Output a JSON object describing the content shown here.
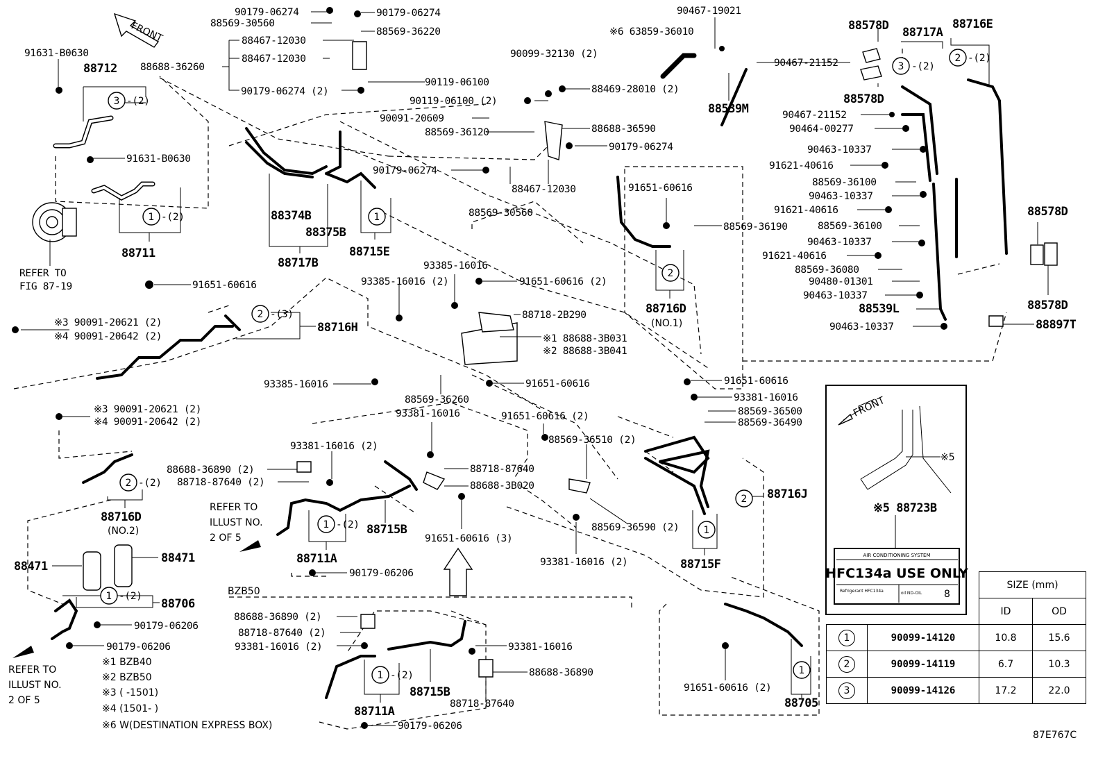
{
  "diagram_code": "87E767C",
  "front_label": "FRONT",
  "section_title": "BZB50",
  "refer_fig": {
    "line1": "REFER TO",
    "line2": "FIG 87-19"
  },
  "refer_illust": {
    "line1": "REFER TO",
    "line2": "ILLUST NO.",
    "line3": "2 OF 5"
  },
  "footnotes": [
    "※1 BZB40",
    "※2 BZB50",
    "※3 (        -1501)",
    "※4 (1501-        )",
    "※6 W(DESTINATION EXPRESS BOX)"
  ],
  "label_panel": {
    "front": "FRONT",
    "mark": "※5",
    "part": "※5 88723B",
    "plate_header": "AIR CONDITIONING SYSTEM",
    "plate_main": "HFC134a USE ONLY",
    "plate_left": "Refrigerant HFC134a",
    "plate_mid": "oil ND-OIL",
    "plate_right": "8"
  },
  "size_table": {
    "title": "SIZE (mm)",
    "col_id": "ID",
    "col_od": "OD",
    "rows": [
      {
        "mark": "1",
        "part": "90099-14120",
        "id": "10.8",
        "od": "15.6"
      },
      {
        "mark": "2",
        "part": "90099-14119",
        "id": "6.7",
        "od": "10.3"
      },
      {
        "mark": "3",
        "part": "90099-14126",
        "id": "17.2",
        "od": "22.0"
      }
    ]
  },
  "callouts": {
    "c1": "90179-06274",
    "c2": "88569-30560",
    "c3": "90179-06274",
    "c4": "88569-36220",
    "c5": "88467-12030",
    "c6": "88467-12030",
    "c7": "88688-36260",
    "c8": "90119-06100",
    "c9": "90179-06274 (2)",
    "c10": "91631-B0630",
    "c11": "88712",
    "c12": "91631-B0630",
    "c13": "88711",
    "c14": "REFER TO",
    "c15": "88374B",
    "c16": "88375B",
    "c17": "88717B",
    "c18": "88715E",
    "c19": "90099-32130 (2)",
    "c20": "90119-06100 (2)",
    "c21": "88469-28010 (2)",
    "c22": "90091-20609",
    "c23": "88569-36120",
    "c24": "88688-36590",
    "c25": "90179-06274",
    "c26": "90179-06274",
    "c27": "88467-12030",
    "c28": "88569-30560",
    "c29": "90467-19021",
    "c30": "※6 63859-36010",
    "c31": "90467-21152",
    "c32": "88539M",
    "c33": "88578D",
    "c34": "88578D",
    "c35": "88717A",
    "c36": "88716E",
    "c37": "90467-21152",
    "c38": "90464-00277",
    "c39": "90463-10337",
    "c40": "91621-40616",
    "c41": "88569-36100",
    "c42": "90463-10337",
    "c43": "91621-40616",
    "c44": "88569-36100",
    "c45": "90463-10337",
    "c46": "91621-40616",
    "c47": "88569-36080",
    "c48": "90480-01301",
    "c49": "90463-10337",
    "c50": "88539L",
    "c51": "90463-10337",
    "c52": "88578D",
    "c53": "88578D",
    "c54": "88897T",
    "c55": "91651-60616",
    "c56": "88569-36190",
    "c57": "88716D",
    "c58": "(NO.1)",
    "c59": "91651-60616",
    "c60": "※3 90091-20621 (2)",
    "c61": "※4 90091-20642 (2)",
    "c62": "88716H",
    "c63": "93385-16016",
    "c64": "93385-16016 (2)",
    "c65": "91651-60616 (2)",
    "c66": "88718-2B290",
    "c67": "※1 88688-3B031",
    "c68": "※2 88688-3B041",
    "c69": "93385-16016",
    "c70": "91651-60616",
    "c71": "88569-36260",
    "c72": "91651-60616",
    "c73": "93381-16016",
    "c74": "88569-36500",
    "c75": "88569-36490",
    "c76": "※3 90091-20621 (2)",
    "c77": "※4 90091-20642 (2)",
    "c78": "88716D",
    "c79": "(NO.2)",
    "c80": "93381-16016",
    "c81": "91651-60616 (2)",
    "c82": "93381-16016 (2)",
    "c83": "88688-36890 (2)",
    "c84": "88718-87640 (2)",
    "c85": "88718-87640",
    "c86": "88688-3B020",
    "c87": "88569-36510 (2)",
    "c88": "88716J",
    "c89": "88569-36590 (2)",
    "c90": "88715F",
    "c91": "93381-16016 (2)",
    "c92": "88715B",
    "c93": "91651-60616 (3)",
    "c94": "88711A",
    "c95": "90179-06206",
    "c96": "88471",
    "c97": "88471",
    "c98": "88706",
    "c99": "90179-06206",
    "c100": "90179-06206",
    "c101": "88688-36890 (2)",
    "c102": "88718-87640 (2)",
    "c103": "93381-16016 (2)",
    "c104": "93381-16016",
    "c105": "88688-36890",
    "c106": "88718-87640",
    "c107": "88715B",
    "c108": "88711A",
    "c109": "90179-06206",
    "c110": "91651-60616 (2)",
    "c111": "88705"
  },
  "circle_marks": {
    "m1": "3",
    "m1q": "-(2)",
    "m2": "1",
    "m2q": "-(2)",
    "m3": "1",
    "m4": "3",
    "m4q": "-(2)",
    "m5": "2",
    "m5q": "-(2)",
    "m6": "2",
    "m7": "2",
    "m7q": "-(3)",
    "m8": "2",
    "m8q": "-(2)",
    "m9": "1",
    "m9q": "-(2)",
    "m10": "2",
    "m11": "1",
    "m12": "1",
    "m12q": "-(2)",
    "m13": "1",
    "m13q": "-(2)",
    "m14": "1"
  }
}
